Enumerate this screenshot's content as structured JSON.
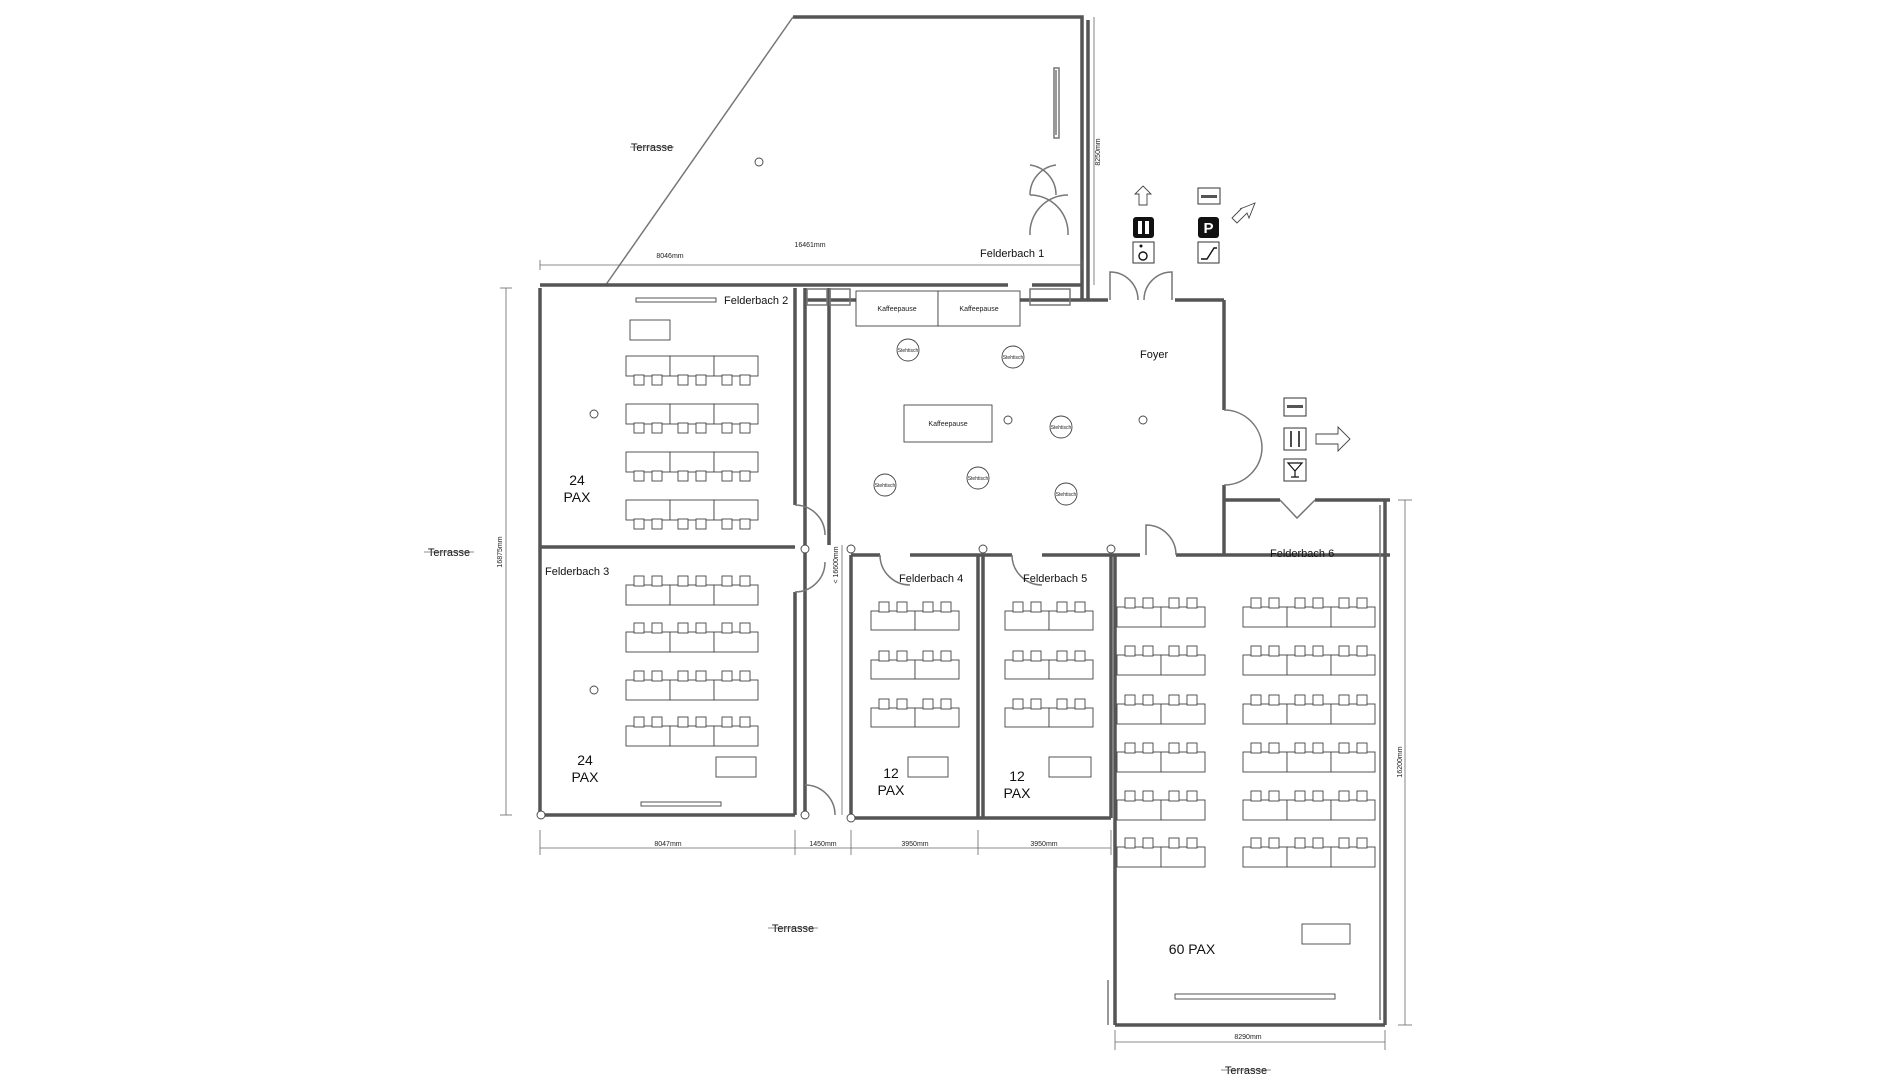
{
  "rooms": {
    "felderbach_1": {
      "label": "Felderbach 1"
    },
    "felderbach_2": {
      "label": "Felderbach 2",
      "capacity": [
        "24",
        "PAX"
      ]
    },
    "felderbach_3": {
      "label": "Felderbach 3",
      "capacity": [
        "24",
        "PAX"
      ]
    },
    "felderbach_4": {
      "label": "Felderbach 4",
      "capacity": [
        "12",
        "PAX"
      ]
    },
    "felderbach_5": {
      "label": "Felderbach 5",
      "capacity": [
        "12",
        "PAX"
      ]
    },
    "felderbach_6": {
      "label": "Felderbach 6",
      "capacity": "60 PAX"
    },
    "foyer": {
      "label": "Foyer"
    }
  },
  "terrace_label": "Terrasse",
  "coffee_break_label": "Kaffeepause",
  "standing_table_label": "Stehtisch",
  "dimensions": {
    "d_8046": "8046mm",
    "d_16461": "16461mm",
    "d_8250": "8250mm",
    "d_16875": "16875mm",
    "d_8047": "8047mm",
    "d_1450": "1450mm",
    "d_3950": "3950mm",
    "d_16600": "< 16600mm",
    "d_16200": "16200mm",
    "d_8290": "8290mm"
  },
  "icons": {
    "north": [
      "arrow-up-icon",
      "toilets-icon",
      "wheelchair-icon",
      "reception-desk-icon",
      "parking-icon",
      "escalator-icon",
      "arrow-up-right-icon"
    ],
    "east": [
      "reception-desk-icon",
      "restaurant-icon",
      "bar-icon",
      "arrow-right-icon"
    ]
  }
}
